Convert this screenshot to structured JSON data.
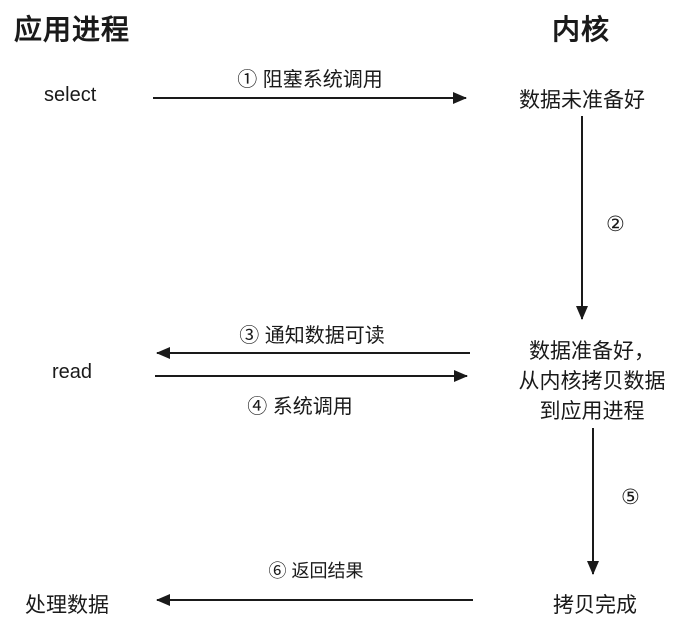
{
  "diagram": {
    "title_context": "select / read IO multiplexing sequence",
    "columns": {
      "left_header": "应用进程",
      "right_header": "内核"
    },
    "app_nodes": {
      "select_call": "select",
      "read_call": "read",
      "process_data": "处理数据"
    },
    "kernel_nodes": {
      "data_not_ready": "数据未准备好",
      "data_ready_line1": "数据准备好，",
      "data_ready_line2": "从内核拷贝数据",
      "data_ready_line3": "到应用进程",
      "copy_done": "拷贝完成"
    },
    "steps": {
      "step1": "① 阻塞系统调用",
      "step2": "②",
      "step3": "③ 通知数据可读",
      "step4": "④ 系统调用",
      "step5": "⑤",
      "step6": "⑥ 返回结果"
    },
    "colors": {
      "ink": "#1a1a1a",
      "background": "#ffffff"
    }
  }
}
